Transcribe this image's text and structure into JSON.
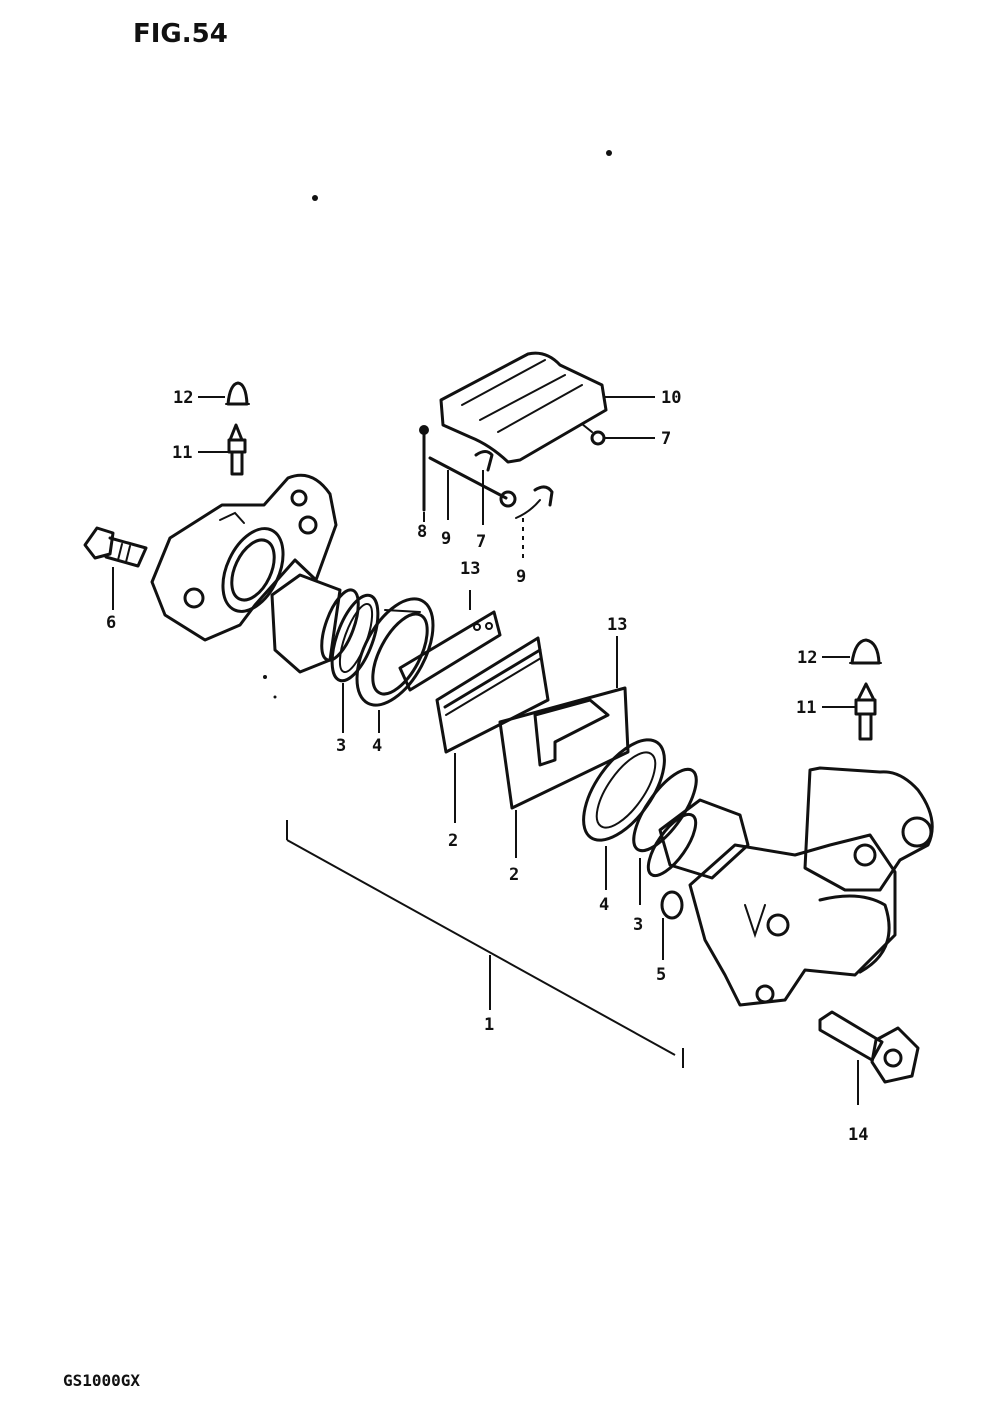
{
  "figure_label": "FIG.54",
  "model_code": "GS1000GX",
  "callouts": {
    "c12a": "12",
    "c11a": "11",
    "c10": "10",
    "c7a": "7",
    "c8": "8",
    "c9a": "9",
    "c7b": "7",
    "c9b": "9",
    "c6": "6",
    "c13a": "13",
    "c13b": "13",
    "c12b": "12",
    "c11b": "11",
    "c3a": "3",
    "c4a": "4",
    "c2a": "2",
    "c2b": "2",
    "c4b": "4",
    "c3b": "3",
    "c5": "5",
    "c1": "1",
    "c14": "14"
  }
}
